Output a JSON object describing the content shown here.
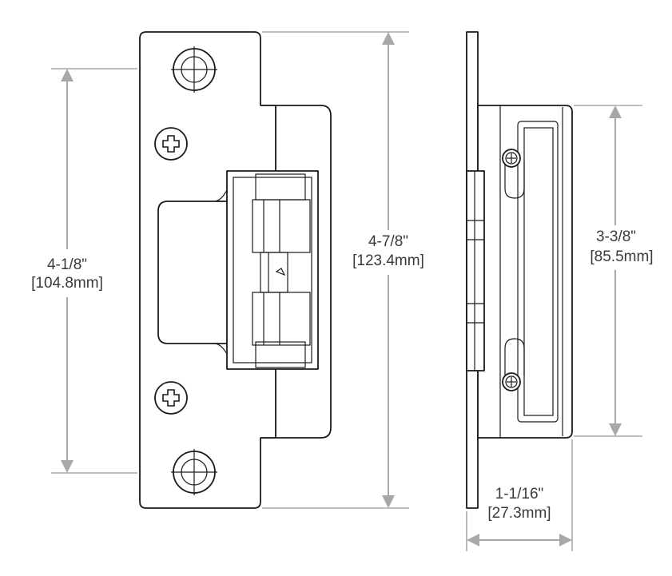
{
  "dimensions": {
    "left_height_imperial": "4-1/8\"",
    "left_height_metric": "[104.8mm]",
    "overall_height_imperial": "4-7/8\"",
    "overall_height_metric": "[123.4mm]",
    "body_height_imperial": "3-3/8\"",
    "body_height_metric": "[85.5mm]",
    "depth_imperial": "1-1/16\"",
    "depth_metric": "[27.3mm]"
  },
  "colors": {
    "outline": "#1a1a1a",
    "dimension": "#a8a8a8",
    "dimension_text": "#3a3a3a"
  }
}
